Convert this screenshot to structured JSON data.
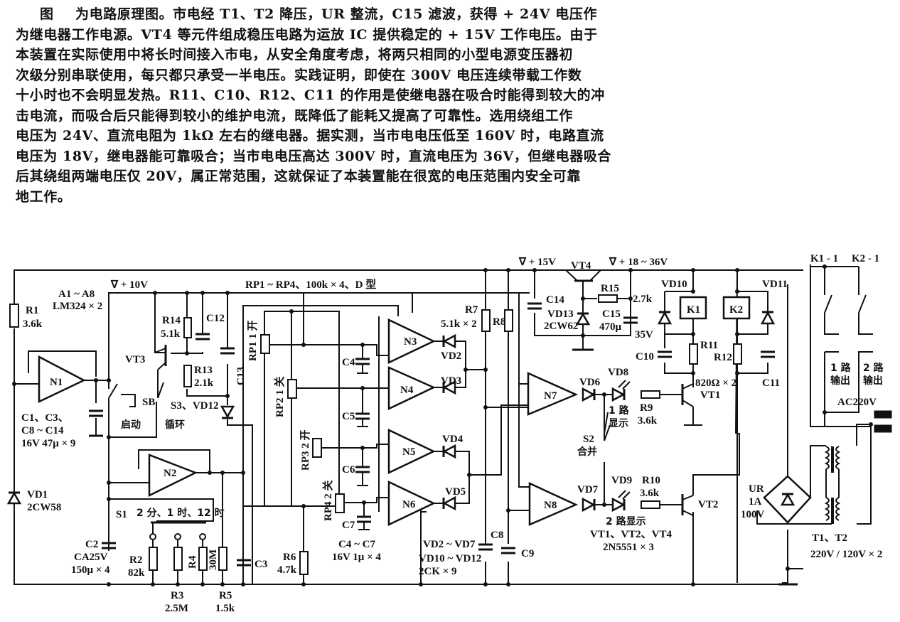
{
  "text": {
    "figure_ref": "图",
    "lines": [
      "为电路原理图。市电经 T1、T2 降压，UR 整流，C15 滤波，获得 + 24V 电压作",
      "为继电器工作电源。VT4 等元件组成稳压电路为运放 IC 提供稳定的 + 15V 工作电压。由于",
      "本装置在实际使用中将长时间接入市电，从安全角度考虑，将两只相同的小型电源变压器初",
      "次级分别串联使用，每只都只承受一半电压。实践证明，即使在 300V 电压连续带载工作数",
      "十小时也不会明显发热。R11、C10、R12、C11 的作用是使继电器在吸合时能得到较大的冲",
      "击电流，而吸合后只能得到较小的维护电流，既降低了能耗又提高了可靠性。选用绕组工作",
      "电压为 24V、直流电阻为 1kΩ 左右的继电器。据实测，当市电电压低至 160V 时，电路直流",
      "电压为 18V，继电器能可靠吸合；当市电电压高达 300V 时，直流电压为 36V，但继电器吸合",
      "后其绕组两端电压仅 20V，属正常范围，这就保证了本装置能在很宽的电压范围内安全可靠",
      "地工作。"
    ]
  },
  "schematic": {
    "rails": {
      "v10": "∇ + 10V",
      "v15": "∇ + 15V",
      "v18_36": "∇ + 18 ~ 36V"
    },
    "notes": {
      "ic": "A1 ~ A8",
      "ic_part": "LM324 × 2",
      "rp_group": "RP1 ~ RP4、100k × 4、D 型",
      "caps_group_1": "C1、C3、",
      "caps_group_2": "C8 ~ C14",
      "caps_group_3": "16V 47μ × 9",
      "c4c7_1": "C4 ~ C7",
      "c4c7_2": "16V 1μ × 4",
      "diodes_1": "VD2 ~ VD7",
      "diodes_2": "VD10 ~ VD12",
      "diodes_3": "2CK × 9",
      "transistors_1": "VT1、VT2、VT4",
      "transistors_2": "2N5551 × 3",
      "trans_1": "T1、T2",
      "trans_2": "220V / 120V × 2",
      "r11r12": "820Ω × 2",
      "r7r8": "5.1k × 2"
    },
    "components": {
      "R1": {
        "name": "R1",
        "value": "3.6k"
      },
      "R2": {
        "name": "R2",
        "value": "82k"
      },
      "R3": {
        "name": "R3",
        "value": "2.5M"
      },
      "R4": {
        "name": "R4",
        "value": "30M"
      },
      "R5": {
        "name": "R5",
        "value": "1.5k"
      },
      "R6": {
        "name": "R6",
        "value": "4.7k"
      },
      "R7": {
        "name": "R7"
      },
      "R8": {
        "name": "R8"
      },
      "R9": {
        "name": "R9",
        "value": "3.6k"
      },
      "R10": {
        "name": "R10",
        "value": "3.6k"
      },
      "R11": {
        "name": "R11"
      },
      "R12": {
        "name": "R12"
      },
      "R13": {
        "name": "R13",
        "value": "2.1k"
      },
      "R14": {
        "name": "R14",
        "value": "5.1k"
      },
      "R15": {
        "name": "R15",
        "value": "2.7k"
      },
      "C2": {
        "name": "C2",
        "value1": "CA25V",
        "value2": "150μ × 4"
      },
      "C3": {
        "name": "C3"
      },
      "C4": {
        "name": "C4"
      },
      "C5": {
        "name": "C5"
      },
      "C6": {
        "name": "C6"
      },
      "C7": {
        "name": "C7"
      },
      "C8": {
        "name": "C8"
      },
      "C9": {
        "name": "C9"
      },
      "C10": {
        "name": "C10"
      },
      "C11": {
        "name": "C11"
      },
      "C12": {
        "name": "C12"
      },
      "C13": {
        "name": "C13"
      },
      "C14": {
        "name": "C14"
      },
      "C15": {
        "name": "C15",
        "value1": "470μ",
        "value2": "35V"
      },
      "VD1": {
        "name": "VD1",
        "value": "2CW58"
      },
      "VD13": {
        "name": "VD13",
        "value": "2CW62"
      },
      "VD2": {
        "name": "VD2"
      },
      "VD3": {
        "name": "VD3"
      },
      "VD4": {
        "name": "VD4"
      },
      "VD5": {
        "name": "VD5"
      },
      "VD6": {
        "name": "VD6"
      },
      "VD7": {
        "name": "VD7"
      },
      "VD8": {
        "name": "VD8",
        "caption1": "1 路",
        "caption2": "显示"
      },
      "VD9": {
        "name": "VD9",
        "caption": "2 路显示"
      },
      "VD10": {
        "name": "VD10"
      },
      "VD11": {
        "name": "VD11"
      },
      "VT1": {
        "name": "VT1"
      },
      "VT2": {
        "name": "VT2"
      },
      "VT3": {
        "name": "VT3"
      },
      "VT4": {
        "name": "VT4"
      },
      "N1": {
        "name": "N1"
      },
      "N2": {
        "name": "N2"
      },
      "N3": {
        "name": "N3"
      },
      "N4": {
        "name": "N4"
      },
      "N5": {
        "name": "N5"
      },
      "N6": {
        "name": "N6"
      },
      "N7": {
        "name": "N7"
      },
      "N8": {
        "name": "N8"
      },
      "K1": {
        "name": "K1"
      },
      "K2": {
        "name": "K2"
      },
      "RP1": {
        "name": "RP1 1 开"
      },
      "RP2": {
        "name": "RP2 1 关"
      },
      "RP3": {
        "name": "RP3 2 开"
      },
      "RP4": {
        "name": "RP4 2 关"
      },
      "SB": {
        "name": "SB",
        "caption": "启动"
      },
      "S3": {
        "name": "S3、VD12",
        "caption": "循环"
      },
      "S1": {
        "name": "S1",
        "options": "2 分、1 时、12 时"
      },
      "S2": {
        "name": "S2",
        "caption": "合并"
      },
      "UR": {
        "name": "UR",
        "value1": "1A",
        "value2": "100V"
      },
      "K1_1": {
        "name": "K1 - 1"
      },
      "K2_1": {
        "name": "K2 - 1"
      },
      "out1": {
        "line1": "1 路",
        "line2": "输出"
      },
      "out2": {
        "line1": "2 路",
        "line2": "输出"
      },
      "ac": {
        "name": "AC220V"
      }
    }
  }
}
